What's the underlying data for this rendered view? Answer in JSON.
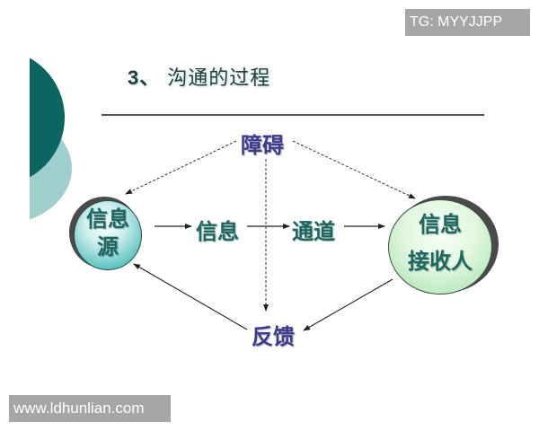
{
  "slide": {
    "title_number": "3、",
    "title_text": "沟通的过程"
  },
  "diagram": {
    "nodes": {
      "source": {
        "line1": "信息",
        "line2": "源"
      },
      "message": "信息",
      "channel": "通道",
      "receiver": {
        "line1": "信息",
        "line2": "接收人"
      },
      "noise": "障碍",
      "feedback": "反馈"
    },
    "colors": {
      "node_text": "#1e6660",
      "noise_feedback_text": "#3c3c8c",
      "deco_dark": "#0b6560",
      "deco_light": "#9fcfcd"
    }
  },
  "watermarks": {
    "top_right": "TG: MYYJJPP",
    "bottom_left": "www.ldhunlian.com"
  }
}
